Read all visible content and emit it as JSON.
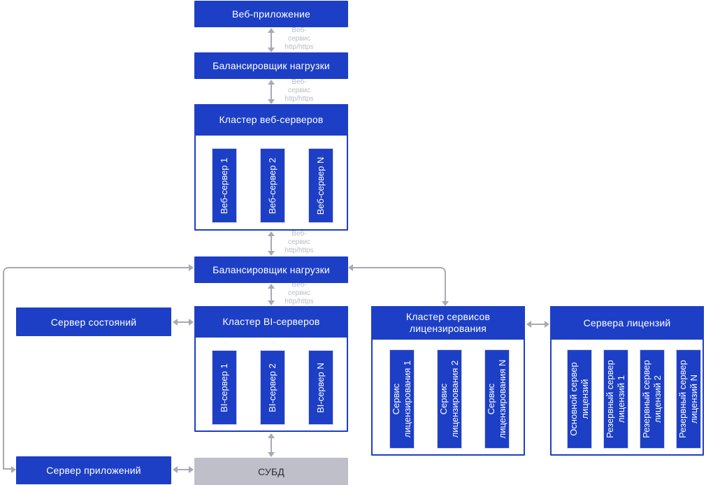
{
  "nodes": {
    "web_app": "Веб-приложение",
    "load_balancer_top": "Балансировщик нагрузки",
    "load_balancer_mid": "Балансировщик нагрузки",
    "state_server": "Сервер состояний",
    "app_server": "Сервер приложений",
    "dbms": "СУБД"
  },
  "clusters": {
    "web": {
      "title": "Кластер веб-серверов",
      "servers": [
        "Веб-сервер 1",
        "Веб-сервер 2",
        "Веб-сервер N"
      ]
    },
    "bi": {
      "title": "Кластер BI-серверов",
      "servers": [
        "BI-сервер 1",
        "BI-сервер 2",
        "BI-сервер N"
      ]
    },
    "licensing_services": {
      "title": "Кластер сервисов лицензирования",
      "servers": [
        "Сервис лицензирования 1",
        "Сервис лицензирования 2",
        "Сервис лицензирования N"
      ]
    },
    "license_servers": {
      "title": "Сервера лицензий",
      "servers": [
        "Основной сервер лицензий",
        "Резервный сервер лицензий 1",
        "Резервный сервер лицензий 2",
        "Резервный сервер лицензий N"
      ]
    }
  },
  "edge_labels": {
    "web_service": "Веб-\nсервис\nhttp/https"
  },
  "colors": {
    "node_blue": "#1d3fc6",
    "dbms_gray": "#bfbfca",
    "connector_gray": "#a8a9b4",
    "edge_label_gray": "#b9bcc7"
  }
}
